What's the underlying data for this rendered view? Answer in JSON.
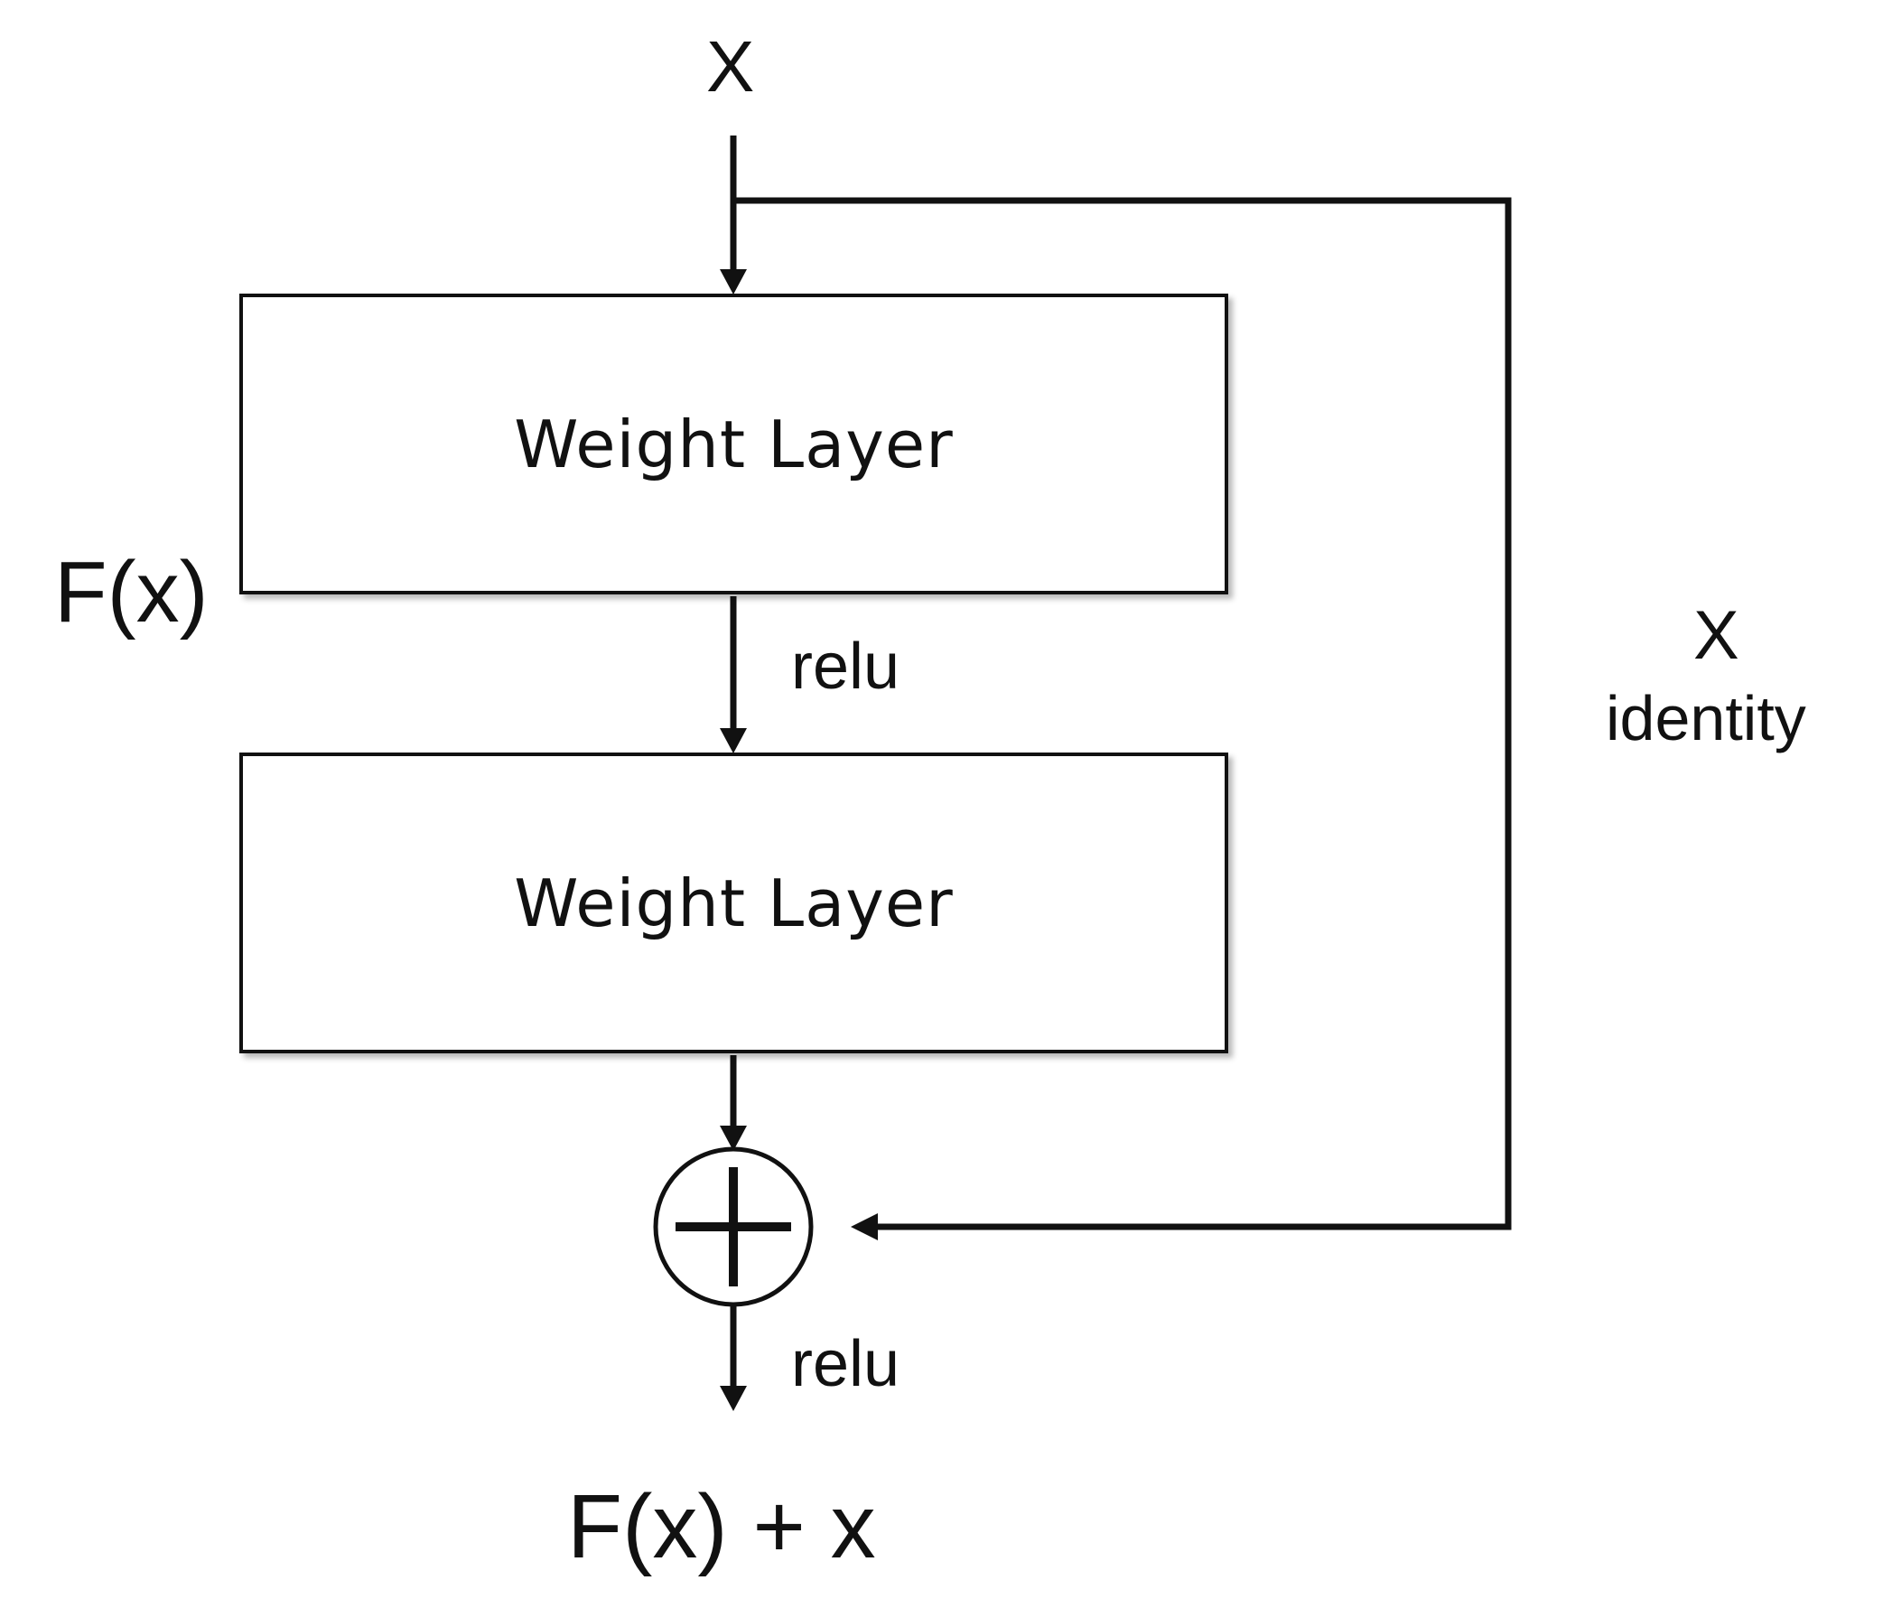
{
  "diagram": {
    "input_label": "X",
    "layers": [
      {
        "label": "Weight Layer"
      },
      {
        "label": "Weight Layer"
      }
    ],
    "residual_function_label": "F(x)",
    "activation_labels": [
      "relu",
      "relu"
    ],
    "shortcut": {
      "label_top": "X",
      "label_bottom": "identity"
    },
    "adder_symbol": "plus",
    "output_label": "F(x) + x",
    "colors": {
      "stroke": "#111111",
      "background": "#ffffff"
    }
  }
}
